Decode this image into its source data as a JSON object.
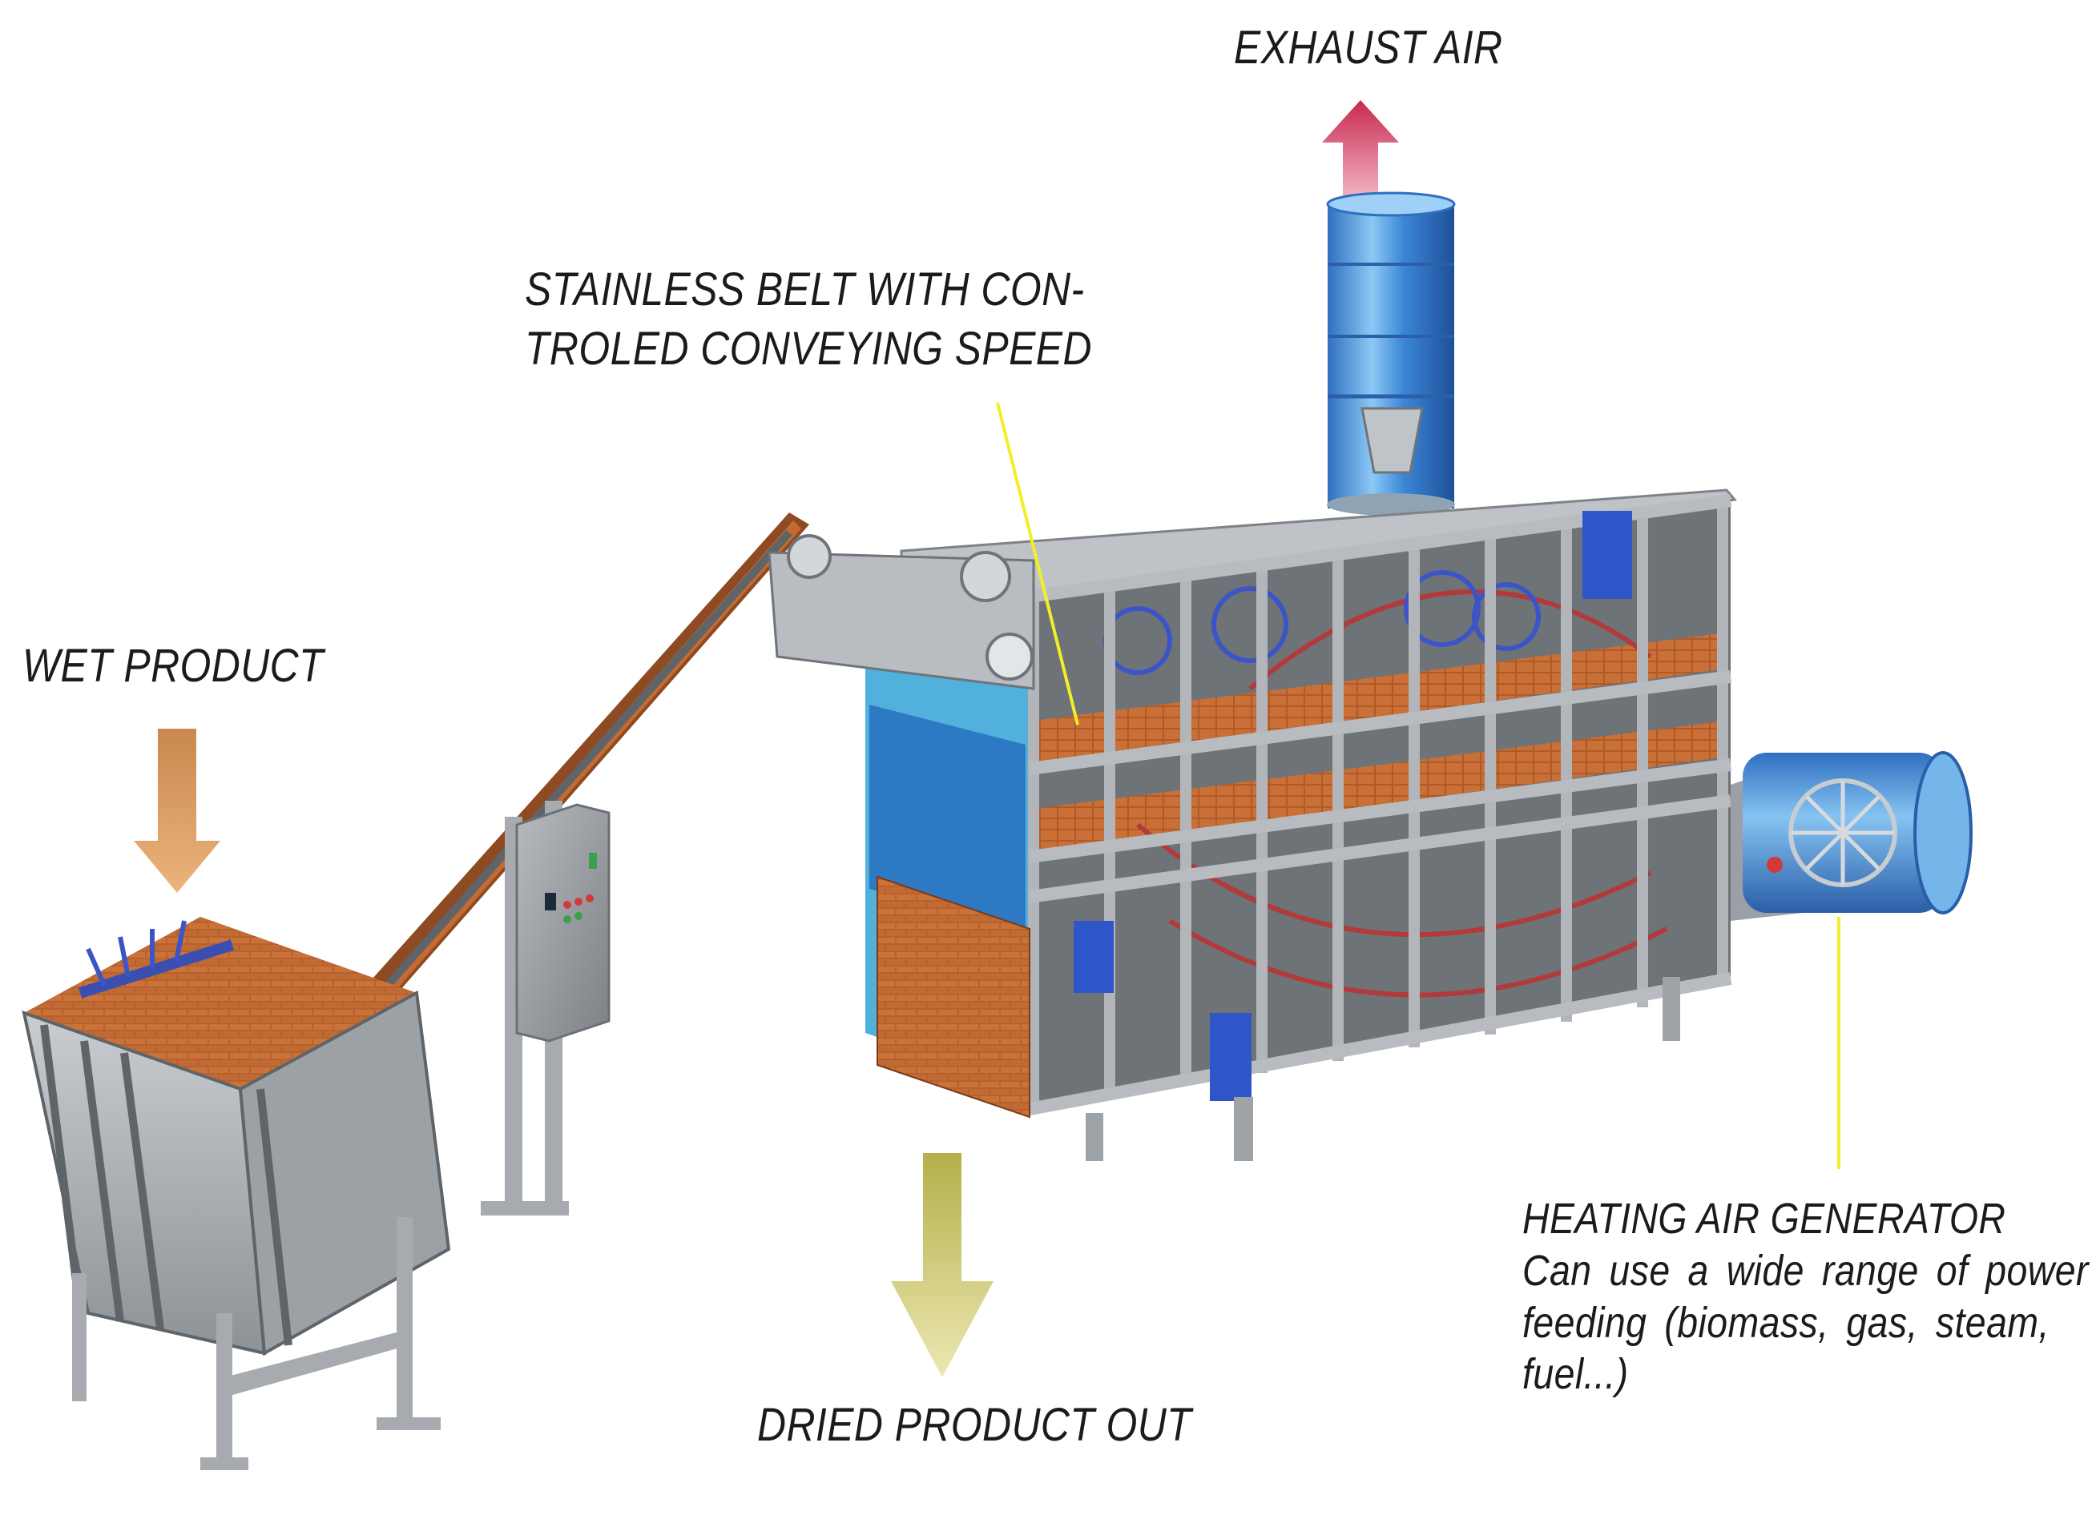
{
  "labels": {
    "exhaust_air": "EXHAUST AIR",
    "wet_product": "WET PRODUCT",
    "belt_line1": "STAINLESS  BELT  WITH  CON-",
    "belt_line2": "TROLED CONVEYING SPEED",
    "dried_product": "DRIED PRODUCT OUT",
    "heating_title": "HEATING AIR GENERATOR",
    "heating_desc1": "Can use a wide range of power",
    "heating_desc2": "feeding  (biomass,  gas,  steam,",
    "heating_desc3": "fuel...)"
  },
  "colors": {
    "exhaust_arrow": "#d2486a",
    "wet_arrow": "#d99a5a",
    "dried_arrow": "#c8c05a",
    "leader_line": "#f2ee2a",
    "frame_steel": "#a9adb1",
    "frame_dark": "#6f7478",
    "belt_brown": "#b55a2a",
    "panel_blue": "#2f56c9",
    "duct_blue": "#5aa6e8"
  }
}
